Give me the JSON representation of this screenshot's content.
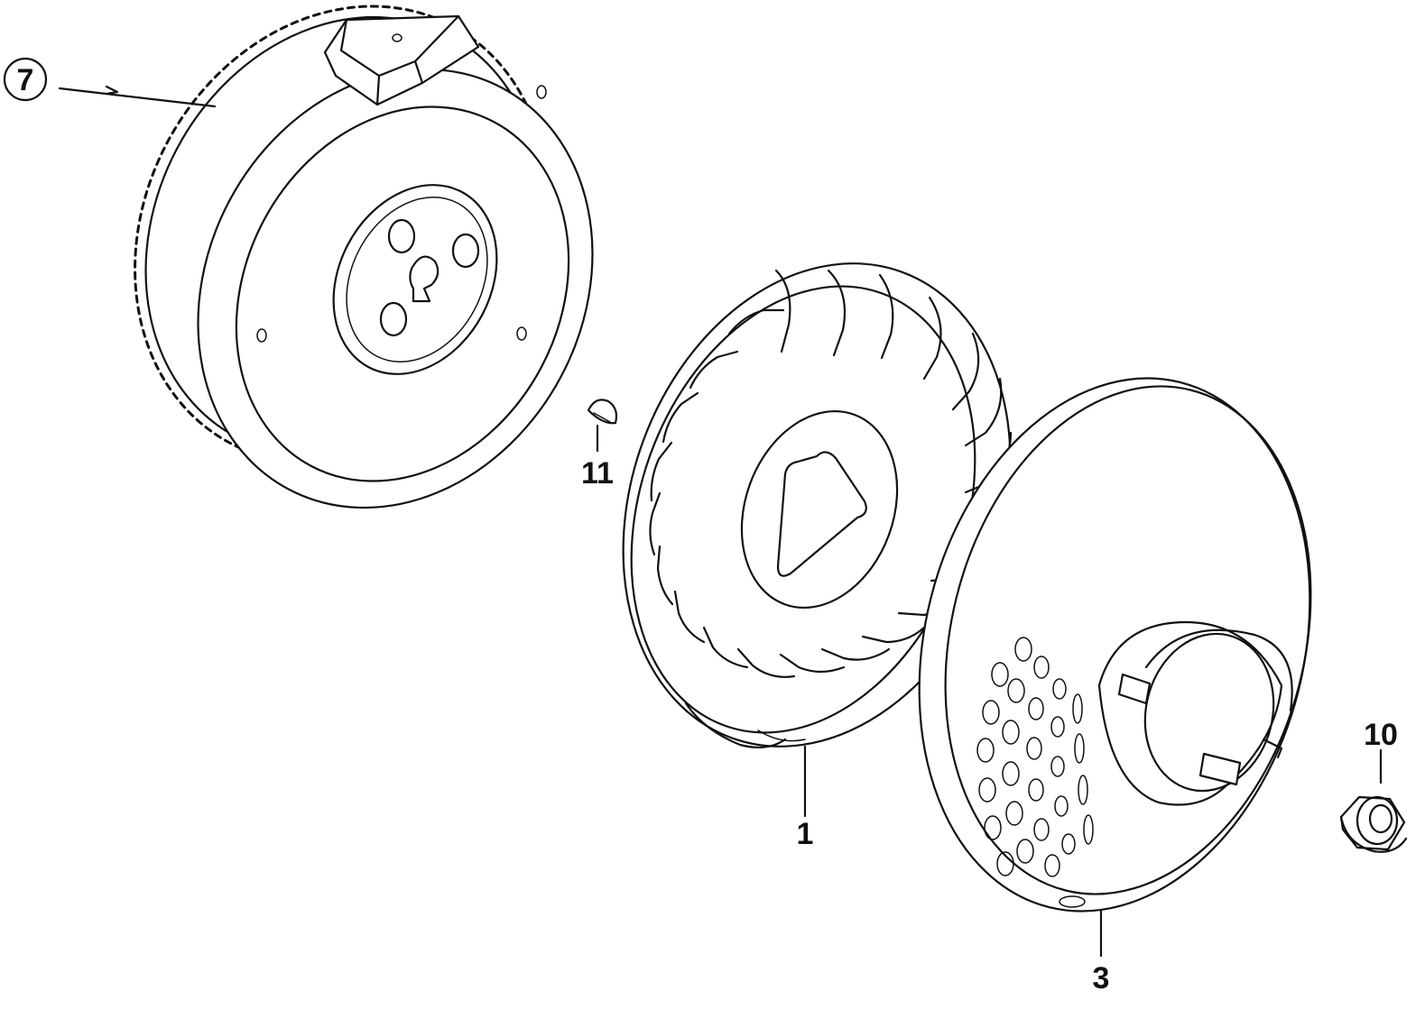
{
  "callouts": {
    "ring_gear": "7",
    "woodruff_key": "11",
    "cooling_fan": "1",
    "starter_pulley": "3",
    "flange_nut": "10"
  }
}
